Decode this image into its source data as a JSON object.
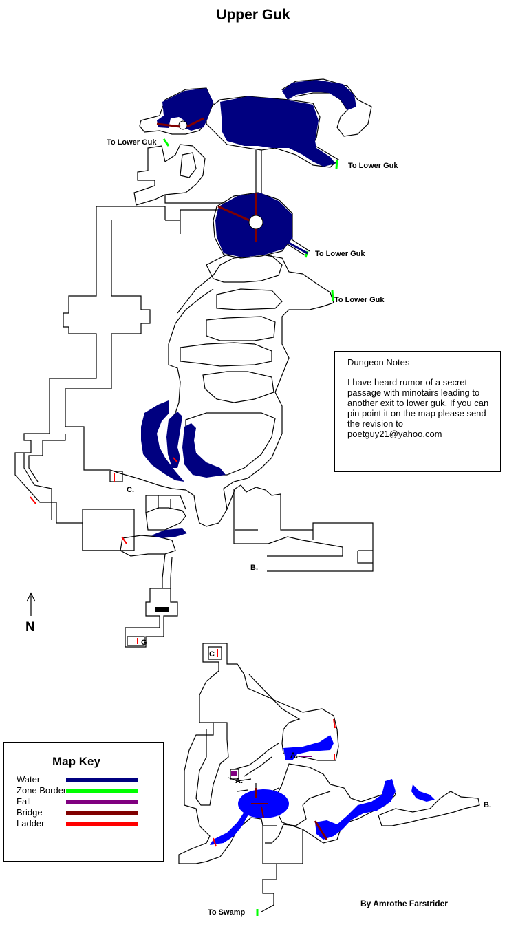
{
  "title": "Upper Guk",
  "labels": {
    "to_lower_guk_1": "To Lower Guk",
    "to_lower_guk_2": "To Lower Guk",
    "to_lower_guk_3": "To Lower Guk",
    "to_lower_guk_4": "To Lower Guk",
    "to_swamp": "To Swamp",
    "a_upper": "A.",
    "a_lower": "A.",
    "b_upper": "B.",
    "b_lower": "B.",
    "c_upper": "C.",
    "c_lower": "C",
    "g": "G",
    "north": "N",
    "author": "By Amrothe Farstrider"
  },
  "notes": {
    "heading": "Dungeon Notes",
    "body": "I have heard rumor of a secret passage with minotairs leading to another exit to lower guk. If you can pin point it on the map please send the revision to poetguy21@yahoo.com"
  },
  "map_key": {
    "title": "Map Key",
    "items": [
      {
        "label": "Water",
        "color": "#000080"
      },
      {
        "label": "Zone Border",
        "color": "#00ff00"
      },
      {
        "label": "Fall",
        "color": "#800080"
      },
      {
        "label": "Bridge",
        "color": "#800000"
      },
      {
        "label": "Ladder",
        "color": "#ff0000"
      }
    ]
  },
  "colors": {
    "water_upper": "#000080",
    "water_lower": "#0000ff",
    "zone_border": "#00ff00",
    "fall": "#800080",
    "bridge": "#800000",
    "ladder": "#ff0000",
    "wall": "#000000"
  }
}
